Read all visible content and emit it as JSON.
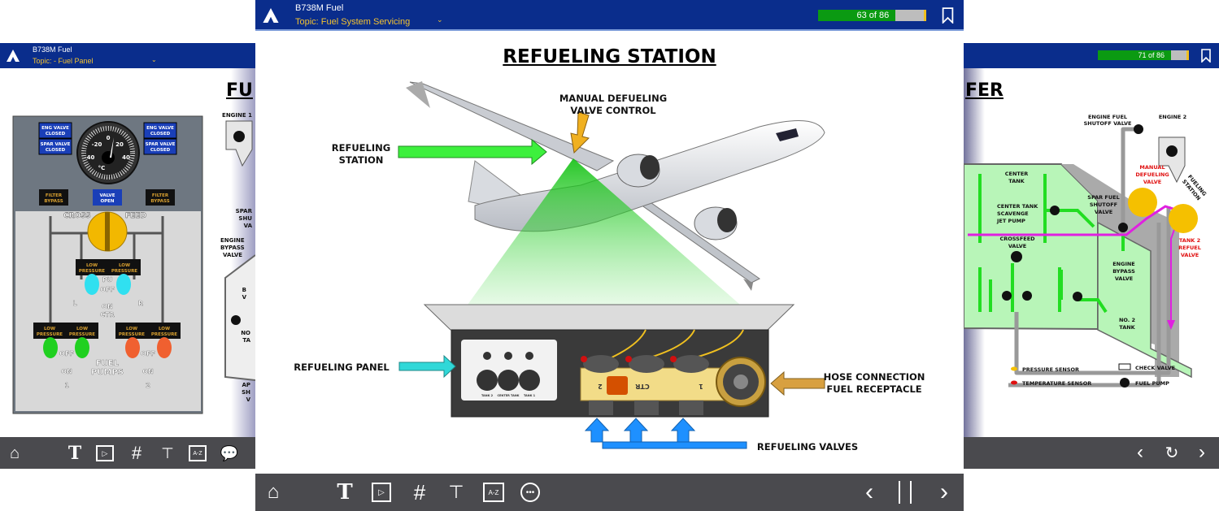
{
  "left_page": {
    "header": {
      "title": "B738M Fuel",
      "topic": "Topic: - Fuel Panel"
    },
    "title_fragment": "FU",
    "panel": {
      "eng_valve": [
        "ENG VALVE",
        "CLOSED"
      ],
      "spar_valve": [
        "SPAR VALVE",
        "CLOSED"
      ],
      "filter_bypass": [
        "FILTER",
        "BYPASS"
      ],
      "valve_open": [
        "VALVE",
        "OPEN"
      ],
      "cross": "CROSS",
      "feed": "FEED",
      "low_pressure": [
        "LOW",
        "PRESSURE"
      ],
      "off": "OFF",
      "on": "ON",
      "ctr": "CTR",
      "l": "L",
      "r": "R",
      "pu": "PU",
      "fuel": "FUEL",
      "pumps": "PUMPS",
      "one": "1",
      "two": "2",
      "gauge_ticks": [
        "-40",
        "-20",
        "0",
        "20",
        "40"
      ],
      "gauge_unit": "°C"
    },
    "labels": {
      "engine": "ENGINE 1",
      "spar": [
        "SPAR",
        "SHU",
        "VA"
      ],
      "engine_bypass": [
        "ENGINE",
        "BYPASS",
        "VALVE"
      ],
      "b": [
        "B",
        "V"
      ],
      "no": [
        "NO",
        "TA"
      ],
      "ap": [
        "AP",
        "SH",
        "V"
      ]
    }
  },
  "center_page": {
    "header": {
      "title": "B738M Fuel",
      "topic": "Topic: Fuel System Servicing",
      "progress_text": "63 of 86",
      "progress_value": 63,
      "progress_total": 86
    },
    "title": "REFUELING STATION",
    "labels": {
      "manual_defueling": [
        "MANUAL DEFUELING",
        "VALVE CONTROL"
      ],
      "refueling_station": [
        "REFUELING",
        "STATION"
      ],
      "refueling_panel": "REFUELING PANEL",
      "hose_connection": [
        "HOSE CONNECTION",
        "FUEL RECEPTACLE"
      ],
      "refueling_valves": "REFUELING VALVES"
    },
    "valve_labels": [
      "2",
      "CTR",
      "1"
    ],
    "panel_tanks": [
      "TANK 2",
      "CENTER TANK",
      "TANK 1"
    ],
    "footer": {
      "icons": [
        "home-icon",
        "text-icon",
        "video-icon",
        "hashtag-icon",
        "cockpit-icon",
        "glossary-icon",
        "chat-icon"
      ],
      "glossary": "A-Z",
      "nav": [
        "previous-icon",
        "pause-icon",
        "next-icon"
      ]
    }
  },
  "right_page": {
    "header": {
      "progress_text": "71 of 86",
      "progress_value": 71,
      "progress_total": 86
    },
    "title_fragment": "FER",
    "labels": {
      "engine_fuel_shutoff": [
        "ENGINE FUEL",
        "SHUTOFF VALVE"
      ],
      "engine2": "ENGINE 2",
      "center_tank": [
        "CENTER",
        "TANK"
      ],
      "scavenge": [
        "CENTER TANK",
        "SCAVENGE",
        "JET PUMP"
      ],
      "spar_fuel": [
        "SPAR FUEL",
        "SHUTOFF",
        "VALVE"
      ],
      "manual_defueling": [
        "MANUAL",
        "DEFUELING",
        "VALVE"
      ],
      "fueling_station": [
        "FUELING",
        "STATION"
      ],
      "crossfeed": [
        "CROSSFEED",
        "VALVE"
      ],
      "tank2_refuel": [
        "TANK 2",
        "REFUEL",
        "VALVE"
      ],
      "engine_bypass": [
        "ENGINE",
        "BYPASS",
        "VALVE"
      ],
      "no2_tank": [
        "NO. 2",
        "TANK"
      ]
    },
    "legend": {
      "pressure_sensor": "PRESSURE SENSOR",
      "temperature_sensor": "TEMPERATURE SENSOR",
      "check_valve": "CHECK VALVE",
      "fuel_pump": "FUEL PUMP"
    }
  },
  "colors": {
    "header": "#0a2d8c",
    "topic": "#f3c230",
    "progress": "#0b9a12",
    "footer": "#4a4a4e",
    "fuel_green": "#22dd22",
    "tank_green": "#b8f5b8",
    "refuel_magenta": "#e020e0",
    "warning_red": "#e01010"
  }
}
